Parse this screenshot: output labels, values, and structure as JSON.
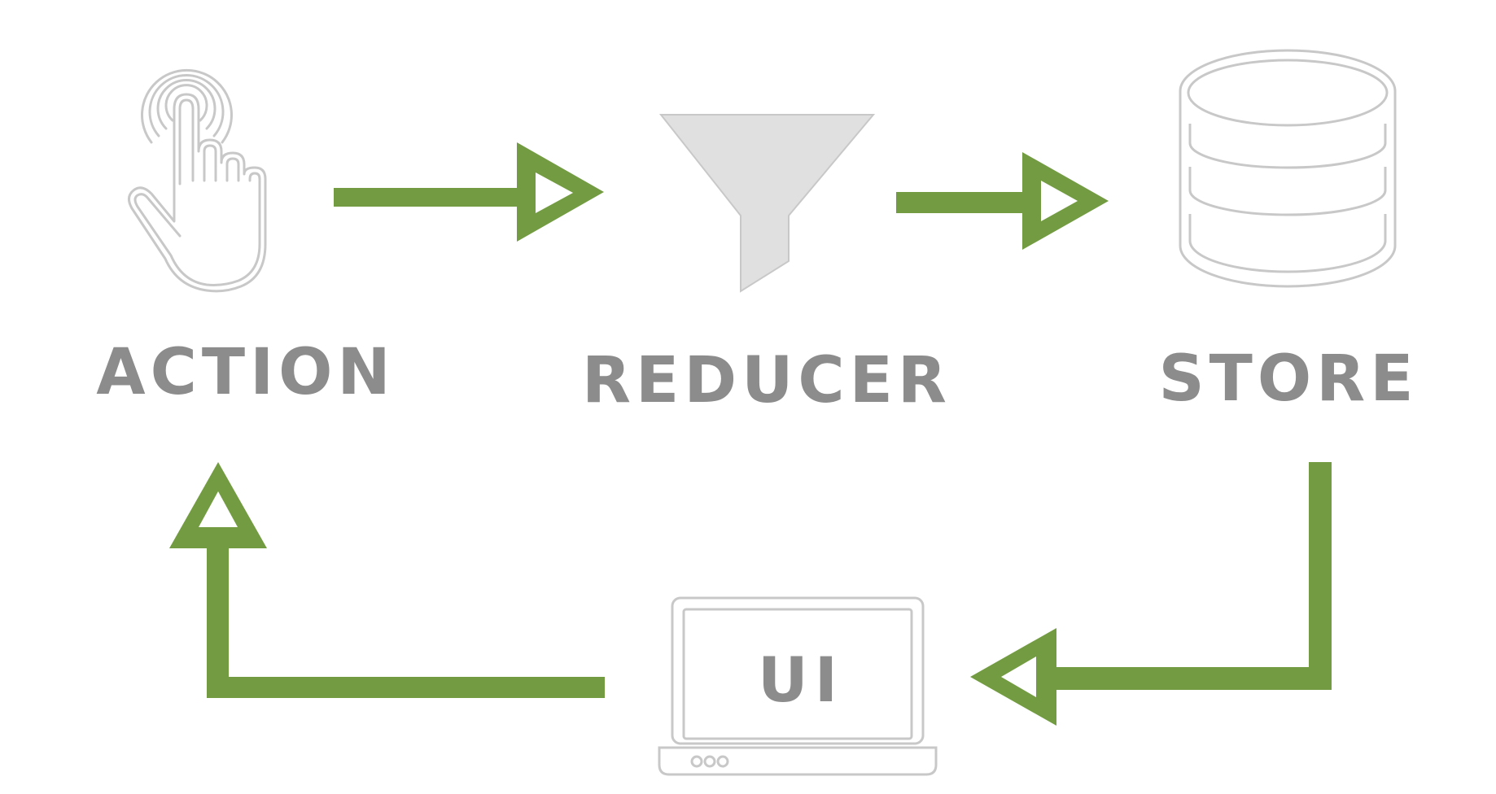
{
  "diagram": {
    "nodes": [
      {
        "id": "action",
        "label": "ACTION",
        "icon": "pointing-hand-icon"
      },
      {
        "id": "reducer",
        "label": "REDUCER",
        "icon": "funnel-icon"
      },
      {
        "id": "store",
        "label": "STORE",
        "icon": "database-icon"
      },
      {
        "id": "ui",
        "label": "UI",
        "icon": "laptop-icon"
      }
    ],
    "edges": [
      {
        "from": "action",
        "to": "reducer"
      },
      {
        "from": "reducer",
        "to": "store"
      },
      {
        "from": "store",
        "to": "ui"
      },
      {
        "from": "ui",
        "to": "action"
      }
    ],
    "colors": {
      "arrow": "#739c42",
      "label": "#8c8c8c",
      "icon_outline": "#c8c8c8",
      "funnel_fill": "#dfe0df"
    }
  }
}
